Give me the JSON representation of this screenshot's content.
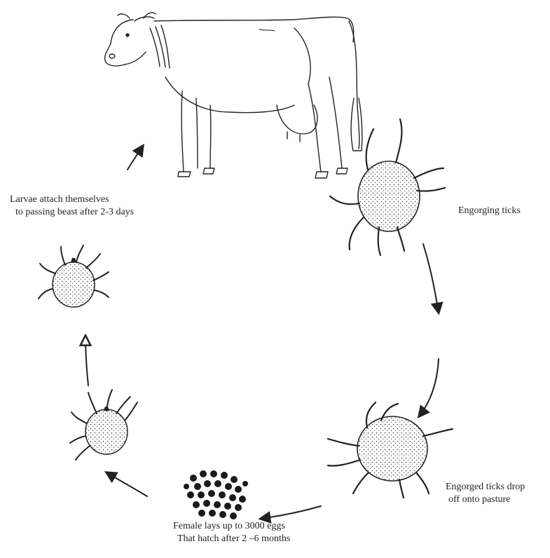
{
  "diagram": {
    "labels": {
      "larvae": [
        "Larvae attach themselves",
        "to passing beast after 2-3 days"
      ],
      "engorging": "Engorging ticks",
      "engorged": [
        "Engorged ticks drop",
        "off onto pasture"
      ],
      "female": [
        "Female lays up to 3000 eggs",
        "That hatch after 2 –6 months"
      ]
    },
    "stages": [
      {
        "name": "cow",
        "icon": "cow-illustration"
      },
      {
        "name": "engorging-tick",
        "icon": "tick-illustration"
      },
      {
        "name": "engorged-tick",
        "icon": "tick-illustration"
      },
      {
        "name": "eggs",
        "icon": "egg-cluster"
      },
      {
        "name": "nymph",
        "icon": "tick-illustration"
      },
      {
        "name": "larva",
        "icon": "tick-illustration"
      }
    ]
  }
}
